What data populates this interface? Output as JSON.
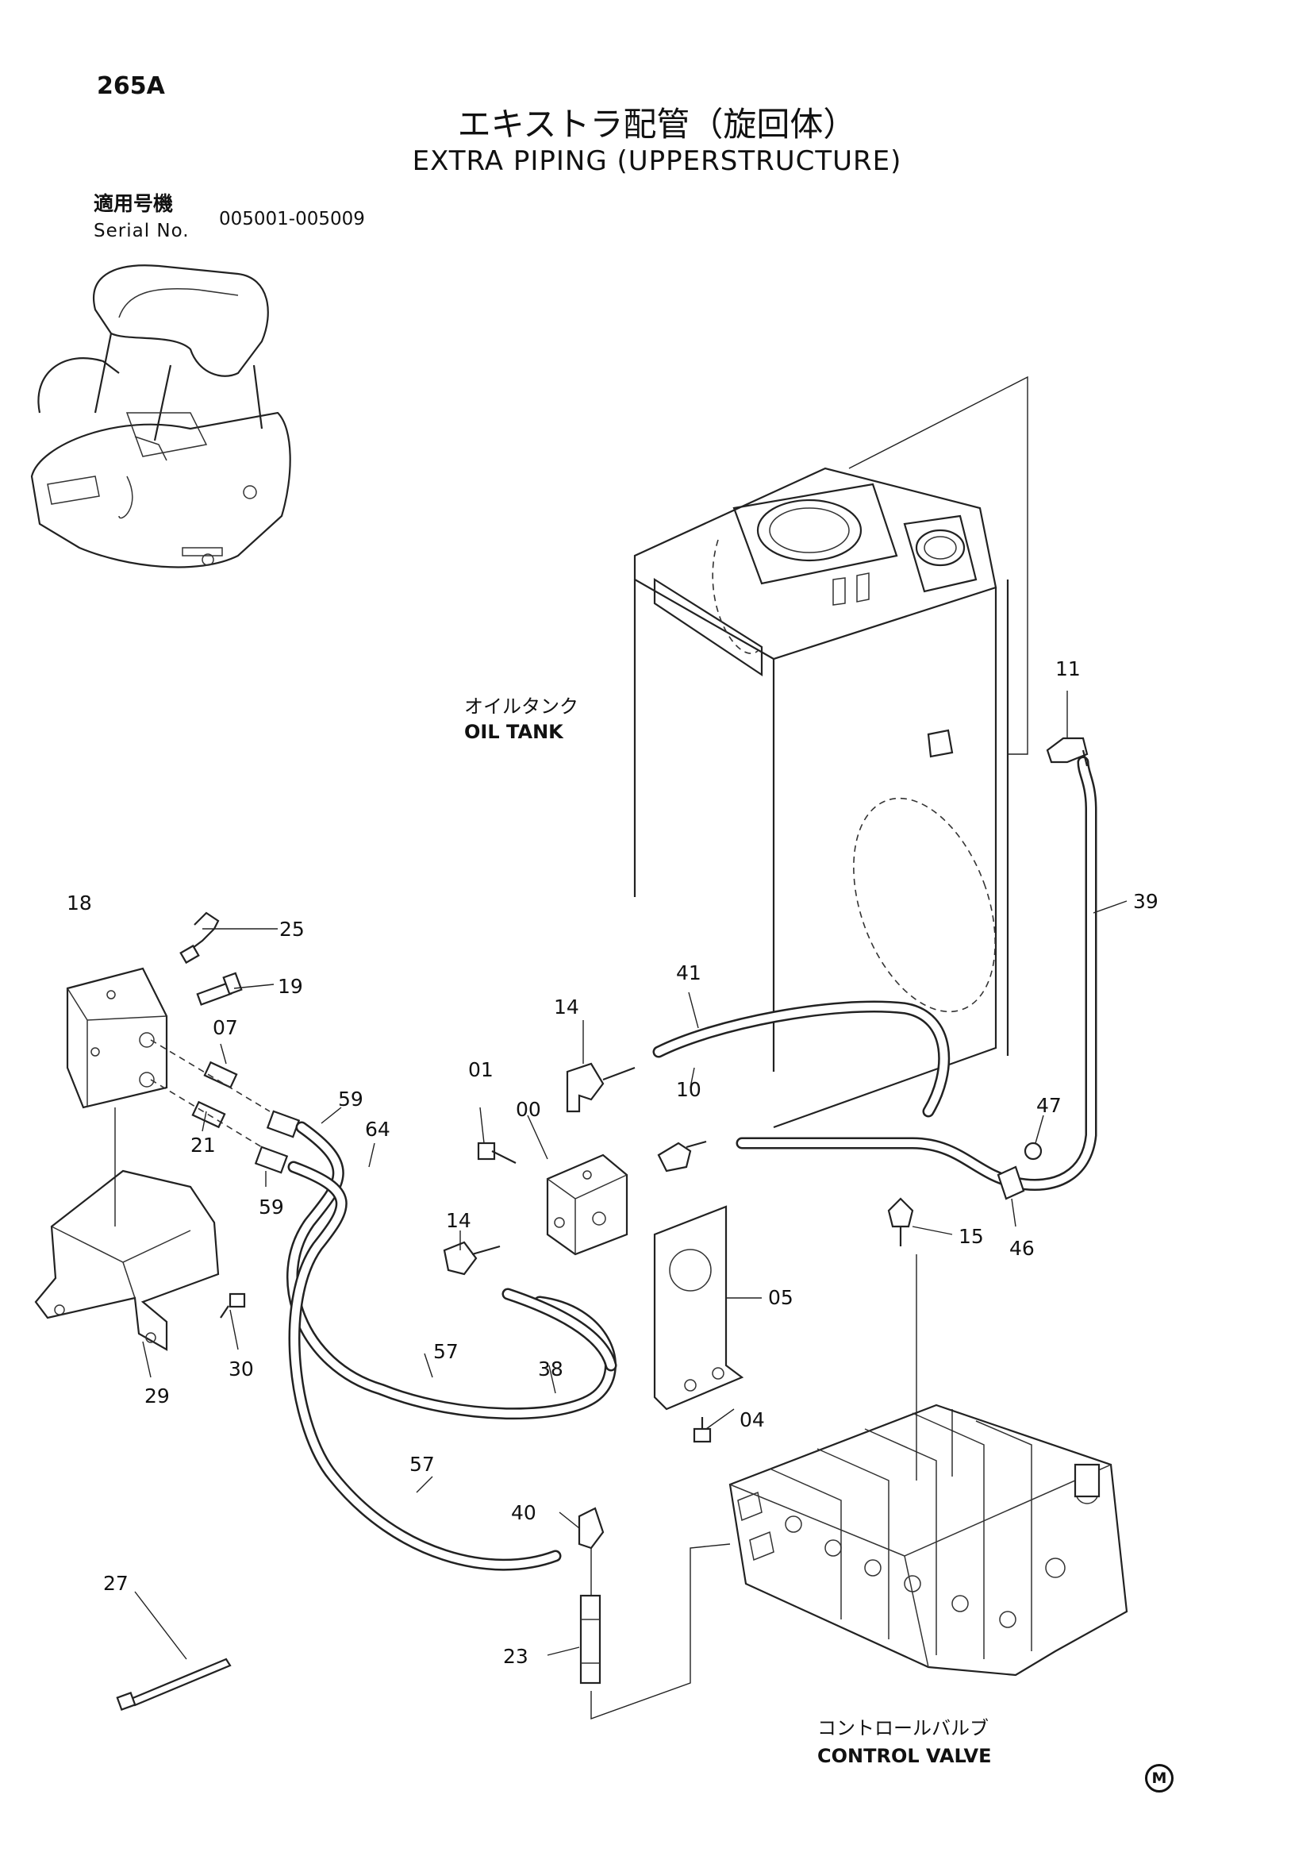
{
  "header": {
    "page_number": "265A",
    "title_jp": "エキストラ配管（旋回体）",
    "title_en": "EXTRA PIPING (UPPERSTRUCTURE)",
    "serial_label_jp": "適用号機",
    "serial_label_en": "Serial No.",
    "serial_range": "005001-005009"
  },
  "labels": {
    "oil_tank_jp": "オイルタンク",
    "oil_tank_en": "OIL TANK",
    "control_valve_jp": "コントロールバルブ",
    "control_valve_en": "CONTROL VALVE",
    "manufacturer_mark": "M"
  },
  "callouts": {
    "c00": "00",
    "c01": "01",
    "c04": "04",
    "c05": "05",
    "c07": "07",
    "c10": "10",
    "c11": "11",
    "c14a": "14",
    "c14b": "14",
    "c15": "15",
    "c18": "18",
    "c19": "19",
    "c21": "21",
    "c23": "23",
    "c25": "25",
    "c27": "27",
    "c29": "29",
    "c30": "30",
    "c38": "38",
    "c39": "39",
    "c40": "40",
    "c41": "41",
    "c46": "46",
    "c47": "47",
    "c57a": "57",
    "c57b": "57",
    "c59a": "59",
    "c59b": "59",
    "c64": "64"
  },
  "icons": {
    "machine": "mini-excavator-icon",
    "oil_tank": "oil-tank-icon",
    "valve_block": "valve-block-icon",
    "control_valve": "control-valve-icon"
  }
}
